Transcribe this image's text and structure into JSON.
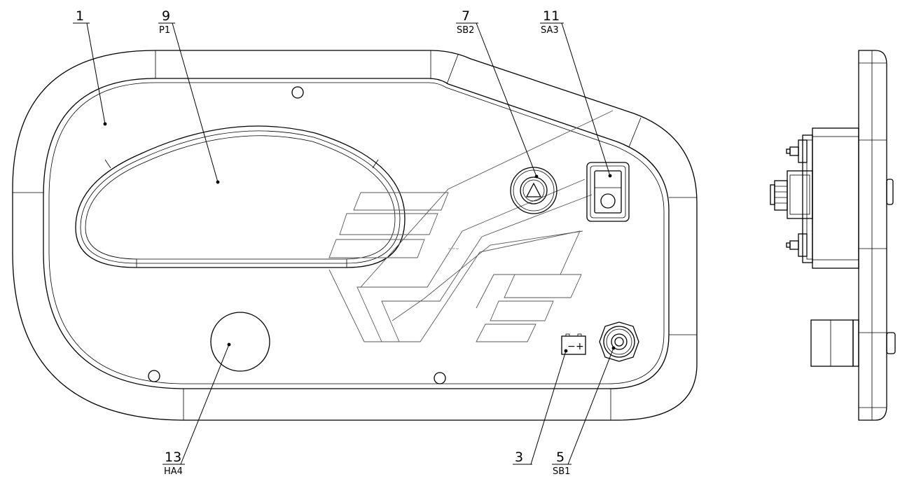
{
  "callouts": [
    {
      "id": "c1",
      "number": "1",
      "code": ""
    },
    {
      "id": "c9",
      "number": "9",
      "code": "P1"
    },
    {
      "id": "c7",
      "number": "7",
      "code": "SB2"
    },
    {
      "id": "c11",
      "number": "11",
      "code": "SA3"
    },
    {
      "id": "c13",
      "number": "13",
      "code": "HA4"
    },
    {
      "id": "c3",
      "number": "3",
      "code": ""
    },
    {
      "id": "c5",
      "number": "5",
      "code": "SB1"
    }
  ],
  "battery_symbol": {
    "minus": "−",
    "plus": "+"
  },
  "colors": {
    "line": "#000000",
    "background": "#ffffff",
    "logo_line": "#555555"
  }
}
